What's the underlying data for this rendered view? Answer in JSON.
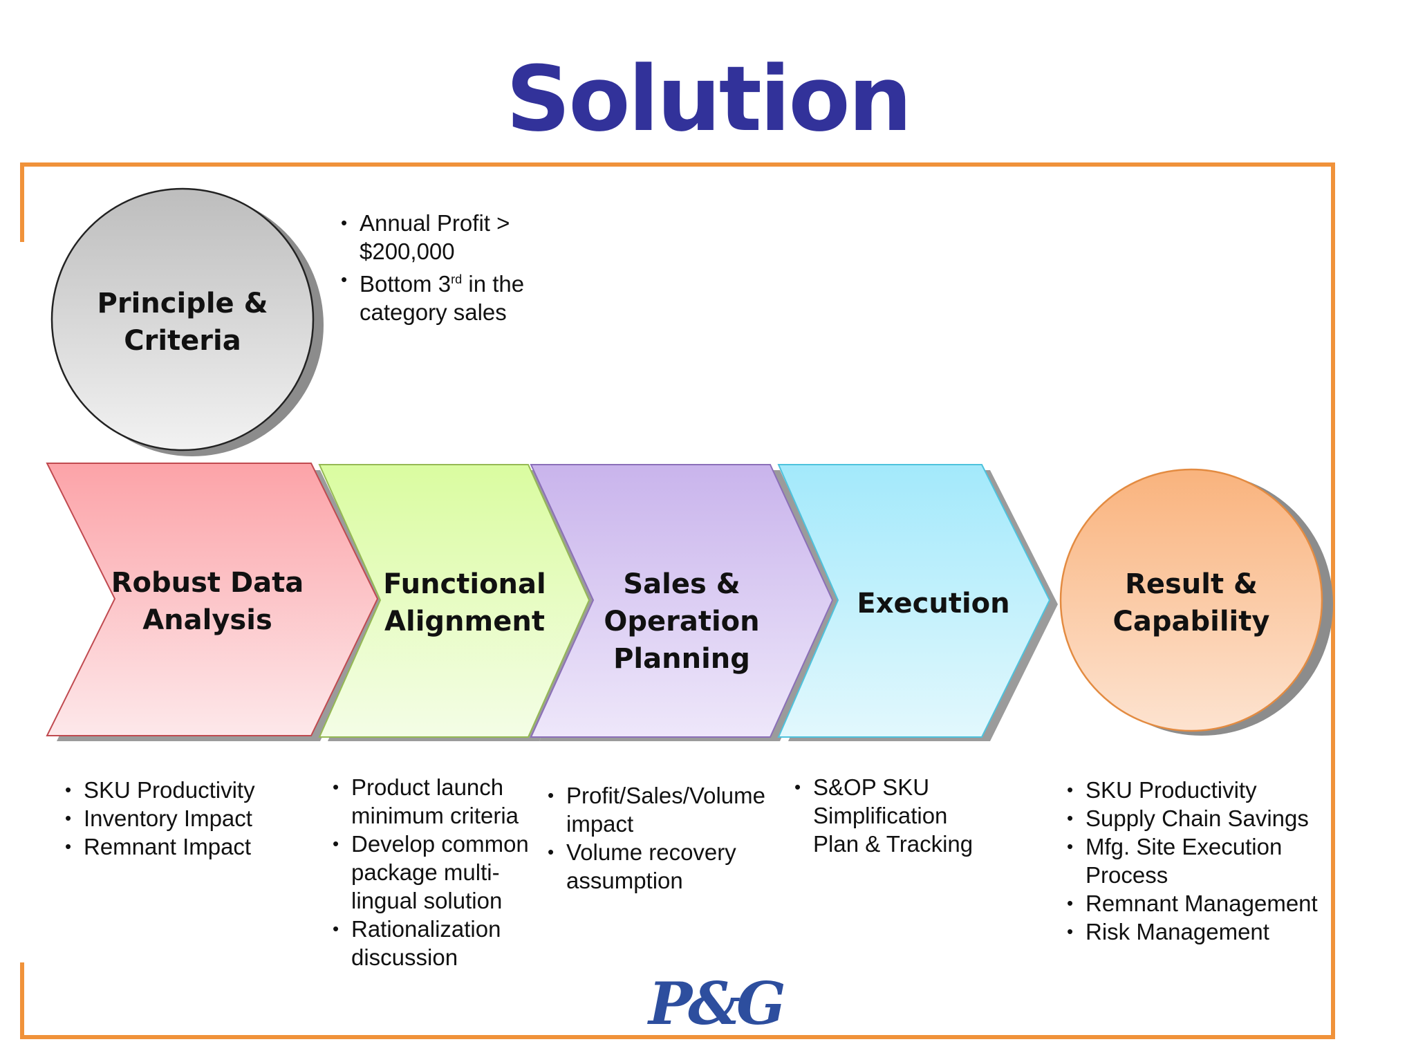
{
  "title": "Solution",
  "principle": {
    "label_line1": "Principle &",
    "label_line2": "Criteria",
    "bullets": [
      "Annual Profit > $200,000",
      "Bottom 3rd in the category sales"
    ]
  },
  "stages": [
    {
      "label_line1": "Robust Data",
      "label_line2": "Analysis",
      "fill": "#fcb3b8",
      "bullets": [
        "SKU Productivity",
        "Inventory Impact",
        "Remnant Impact"
      ]
    },
    {
      "label_line1": "Functional",
      "label_line2": "Alignment",
      "fill": "#e6fcb3",
      "bullets": [
        "Product launch minimum criteria",
        "Develop common package multi-lingual solution",
        "Rationalization discussion"
      ]
    },
    {
      "label_line1": "Sales & Operation",
      "label_line2": "Planning",
      "fill": "#d6c4f0",
      "bullets": [
        "Profit/Sales/Volume impact",
        "Volume recovery assumption"
      ]
    },
    {
      "label_line1": "Execution",
      "label_line2": "",
      "fill": "#b6f0fb",
      "bullets": [
        "S&OP SKU Simplification Plan & Tracking"
      ]
    }
  ],
  "result": {
    "label_line1": "Result &",
    "label_line2": "Capability",
    "fill": "#fbc08f",
    "bullets": [
      "SKU Productivity",
      "Supply Chain Savings",
      "Mfg. Site Execution Process",
      "Remnant Management",
      "Risk Management"
    ]
  },
  "frame_color": "#f0923a",
  "logo": "P&G"
}
